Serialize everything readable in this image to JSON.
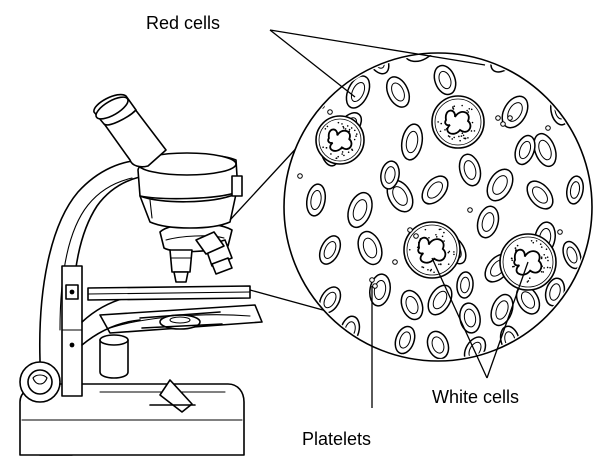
{
  "labels": {
    "red_cells": "Red cells",
    "white_cells": "White cells",
    "platelets": "Platelets"
  },
  "colors": {
    "ink": "#000000",
    "background": "#ffffff"
  }
}
